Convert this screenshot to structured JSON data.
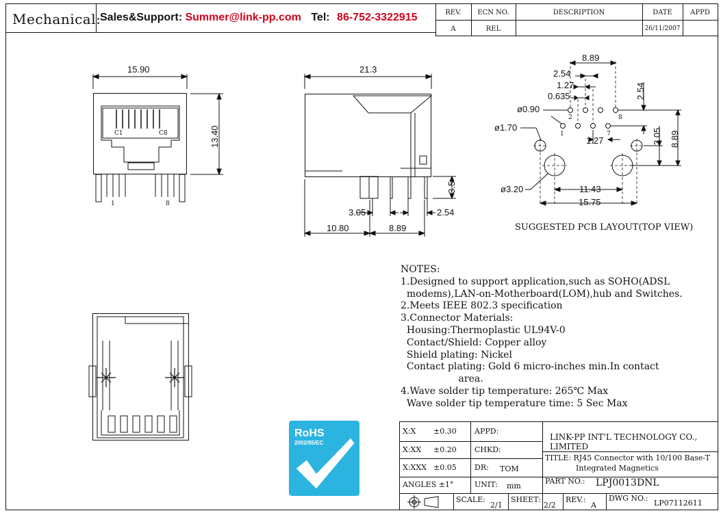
{
  "header": {
    "mechanical": "Mechanical:",
    "sales_label": "Sales&Support:",
    "sales_email": "Summer@link-pp.com",
    "tel_label": "Tel:",
    "tel_value": "86-752-3322915"
  },
  "revision_table": {
    "headers": [
      "REV.",
      "ECN NO.",
      "DESCRIPTION",
      "DATE",
      "APPD"
    ],
    "row": [
      "A",
      "REL",
      "",
      "26/11/2007",
      ""
    ]
  },
  "front_view": {
    "width_dim": "15.90",
    "height_dim": "13.40",
    "c1": "C1",
    "c8": "C8",
    "pin1": "1",
    "pin8": "8"
  },
  "side_view": {
    "length_dim": "21.3",
    "pin_height_dim": "3.5",
    "dim_305": "3.05",
    "dim_254": "2.54",
    "dim_1080": "10.80",
    "dim_889": "8.89"
  },
  "pcb_layout": {
    "caption": "SUGGESTED PCB LAYOUT(TOP VIEW)",
    "dim_889_top": "8.89",
    "dim_254_left": "2.54",
    "dim_127_left": "1.27",
    "dim_0635": "0.635",
    "dim_254_right": "2.54",
    "dia_090": "ø0.90",
    "dia_170": "ø1.70",
    "dia_320": "ø3.20",
    "dim_127_mid": "1.27",
    "dim_305_right": "3.05",
    "dim_889_right": "8.89",
    "dim_1143": "11.43",
    "dim_1575": "15.75",
    "pin2": "2",
    "pin8": "8",
    "pin1": "1",
    "pin7": "7"
  },
  "notes": {
    "title": "NOTES:",
    "lines": [
      "1.Designed to support application,such as SOHO(ADSL",
      "  modems),LAN-on-Motherboard(LOM),hub and Switches.",
      "2.Meets IEEE 802.3 specification",
      "3.Connector Materials:",
      "  Housing:Thermoplastic UL94V-0",
      "  Contact/Shield: Copper alloy",
      "  Shield plating: Nickel",
      "  Contact plating: Gold 6 micro-inches min.In contact",
      "                   area.",
      "4.Wave solder tip temperature: 265℃ Max",
      "  Wave solder tip temperature time: 5 Sec Max"
    ]
  },
  "rohs": {
    "title": "RoHS",
    "subtitle": "2002/95/EC"
  },
  "title_block": {
    "tol_x": "X:X",
    "tol_x_val": "±0.30",
    "tol_xx": "X:XX",
    "tol_xx_val": "±0.20",
    "tol_xxx": "X:XXX",
    "tol_xxx_val": "±0.05",
    "angles": "ANGLES ±1°",
    "appd": "APPD:",
    "chkd": "CHKD:",
    "dr": "DR:",
    "dr_val": "TOM",
    "unit": "UNIT:",
    "unit_val": "mm",
    "company": "LINK-PP INT'L TECHNOLOGY CO., LIMITED",
    "title_line1": "TITLE: RJ45 Connector with 10/100 Base-T",
    "title_line2": "Integrated Magnetics",
    "part_no_label": "PART NO.:",
    "part_no": "LPJ0013DNL",
    "scale_label": "SCALE:",
    "scale_val": "2/1",
    "sheet_label": "SHEET:",
    "sheet_val": "2/2",
    "rev_label": "REV.:",
    "rev_val": "A",
    "dwg_label": "DWG NO.:",
    "dwg_val": "LP07112611"
  }
}
